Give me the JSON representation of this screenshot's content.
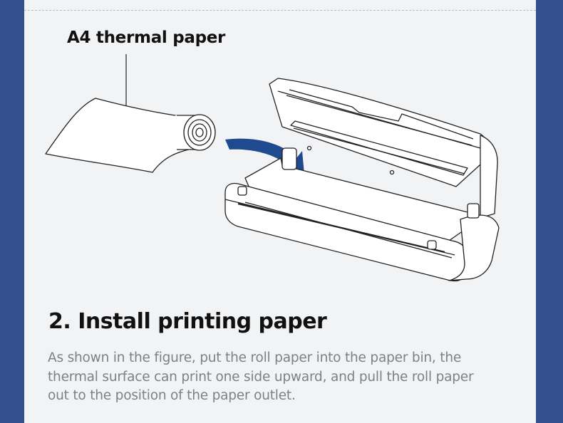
{
  "figure": {
    "paper_label": "A4 thermal paper",
    "icon": "thermal-printer-illustration",
    "arrow_color": "#1f4a8f"
  },
  "section": {
    "title": "2. Install printing paper",
    "description_lines": [
      "As shown in the figure, put the roll paper into the paper bin, the",
      "thermal surface can print one side upward, and pull the roll paper",
      "out to the position of the paper outlet."
    ]
  },
  "colors": {
    "frame": "#334f8c",
    "card": "#f2f3f5",
    "title_text": "#111111",
    "body_text": "#7d8087"
  }
}
